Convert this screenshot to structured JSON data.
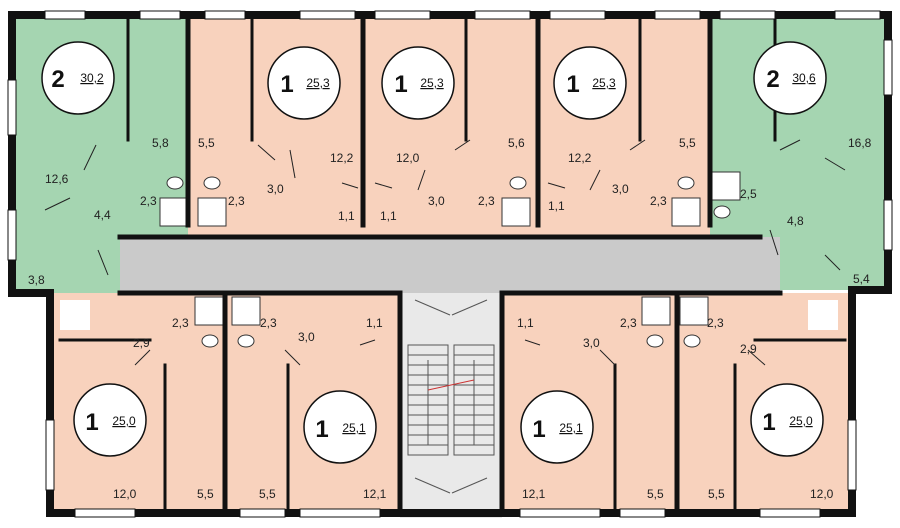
{
  "colors": {
    "apartment_2room": "#a5d5b1",
    "apartment_1room": "#f8d2bd",
    "corridor": "#cacaca",
    "stairwell": "#e9e9e9",
    "wall": "#111111"
  },
  "apartments": [
    {
      "rooms": "2",
      "area": "30,2"
    },
    {
      "rooms": "1",
      "area": "25,3"
    },
    {
      "rooms": "1",
      "area": "25,3"
    },
    {
      "rooms": "1",
      "area": "25,3"
    },
    {
      "rooms": "2",
      "area": "30,6"
    },
    {
      "rooms": "1",
      "area": "25,0"
    },
    {
      "rooms": "1",
      "area": "25,1"
    },
    {
      "rooms": "1",
      "area": "25,1"
    },
    {
      "rooms": "1",
      "area": "25,0"
    }
  ],
  "room_labels": [
    "12,6",
    "5,8",
    "4,4",
    "2,3",
    "3,8",
    "5,5",
    "3,0",
    "2,3",
    "12,2",
    "1,1",
    "12,0",
    "1,1",
    "3,0",
    "5,6",
    "2,3",
    "12,2",
    "1,1",
    "3,0",
    "5,5",
    "2,3",
    "16,8",
    "2,5",
    "4,8",
    "5,4",
    "2,9",
    "2,3",
    "2,3",
    "3,0",
    "1,1",
    "12,0",
    "5,5",
    "5,5",
    "12,1",
    "1,1",
    "3,0",
    "2,3",
    "2,3",
    "2,9",
    "12,1",
    "5,5",
    "5,5",
    "12,0"
  ]
}
